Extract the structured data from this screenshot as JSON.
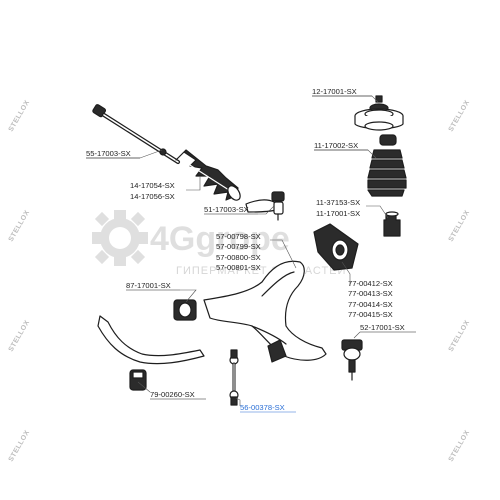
{
  "watermark": {
    "brand": "4Ggrope",
    "tagline": "ГИПЕРМАРКЕТ ЗАПЧАСТЕЙ"
  },
  "side_branding": "STELLOX",
  "colors": {
    "ink": "#1e1e1e",
    "leader": "#555555",
    "highlight": "#2a6fd6",
    "watermark": "#d9d9d9",
    "side_text": "#bdbdbd"
  },
  "parts": {
    "tie_rod": "55-17003-SX",
    "boot_1": "14-17054-SX",
    "boot_2": "14-17056-SX",
    "tie_rod_end": "51-17003-SX",
    "strut_mount": "12-17001-SX",
    "boot_kit": "11-17002-SX",
    "bump_stop_1": "11-37153-SX",
    "bump_stop_2": "11-17001-SX",
    "arm_1": "57-00798-SX",
    "arm_2": "57-00799-SX",
    "arm_3": "57-00800-SX",
    "arm_4": "57-00801-SX",
    "stab_bushing": "87-17001-SX",
    "arm_bushing_1": "77-00412-SX",
    "arm_bushing_2": "77-00413-SX",
    "arm_bushing_3": "77-00414-SX",
    "arm_bushing_4": "77-00415-SX",
    "ball_joint": "52-17001-SX",
    "stab_bar_bushing": "79-00260-SX",
    "stab_link": "56-00378-SX"
  }
}
